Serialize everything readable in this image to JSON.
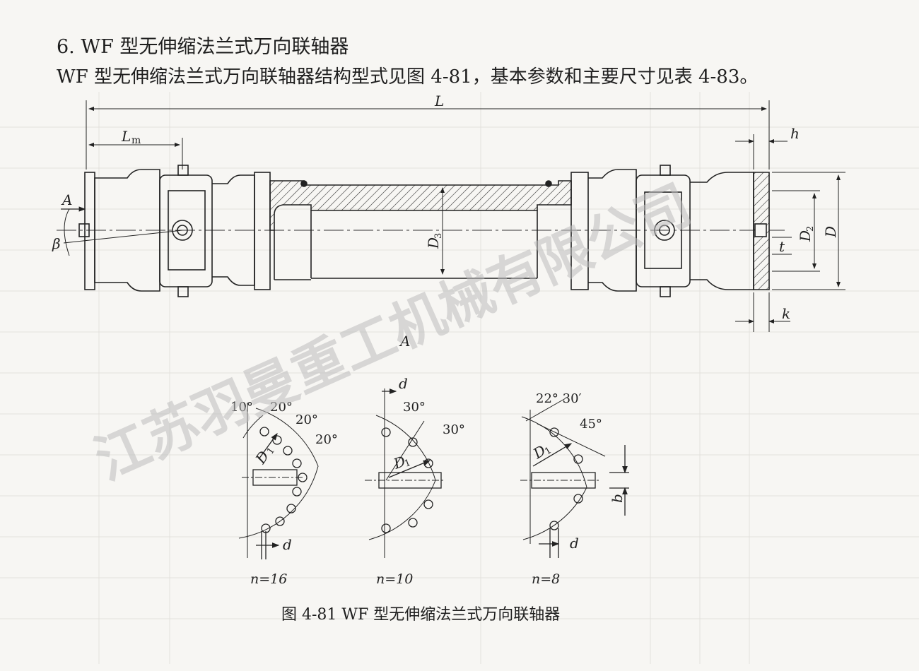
{
  "section": {
    "heading": "6.  WF 型无伸缩法兰式万向联轴器",
    "intro": "WF 型无伸缩法兰式万向联轴器结构型式见图 4-81，基本参数和主要尺寸见表 4-83。"
  },
  "figure": {
    "caption": "图 4-81    WF 型无伸缩法兰式万向联轴器",
    "labels": {
      "L": "L",
      "Lm": "L",
      "Lm_sub": "m",
      "h": "h",
      "k": "k",
      "t": "t",
      "D": "D",
      "D2": "D",
      "D2_sub": "2",
      "D3": "D",
      "D3_sub": "3",
      "A_arrow": "A",
      "beta": "β",
      "A_view": "A"
    },
    "bolt_patterns": [
      {
        "n_label": "n=16",
        "angles": [
          "10°",
          "20°",
          "20°",
          "20°"
        ],
        "d_label": "d",
        "D1": "D",
        "D1_sub": "1"
      },
      {
        "n_label": "n=10",
        "angles": [
          "30°",
          "30°"
        ],
        "d_label": "d",
        "D1": "D",
        "D1_sub": "1"
      },
      {
        "n_label": "n=8",
        "angles": [
          "22° 30′",
          "45°"
        ],
        "d_label": "d",
        "b_label": "b",
        "D1": "D",
        "D1_sub": "1"
      }
    ]
  },
  "watermark": {
    "text": "江苏羽曼重工机械有限公司",
    "color": "#bdbdbd"
  }
}
